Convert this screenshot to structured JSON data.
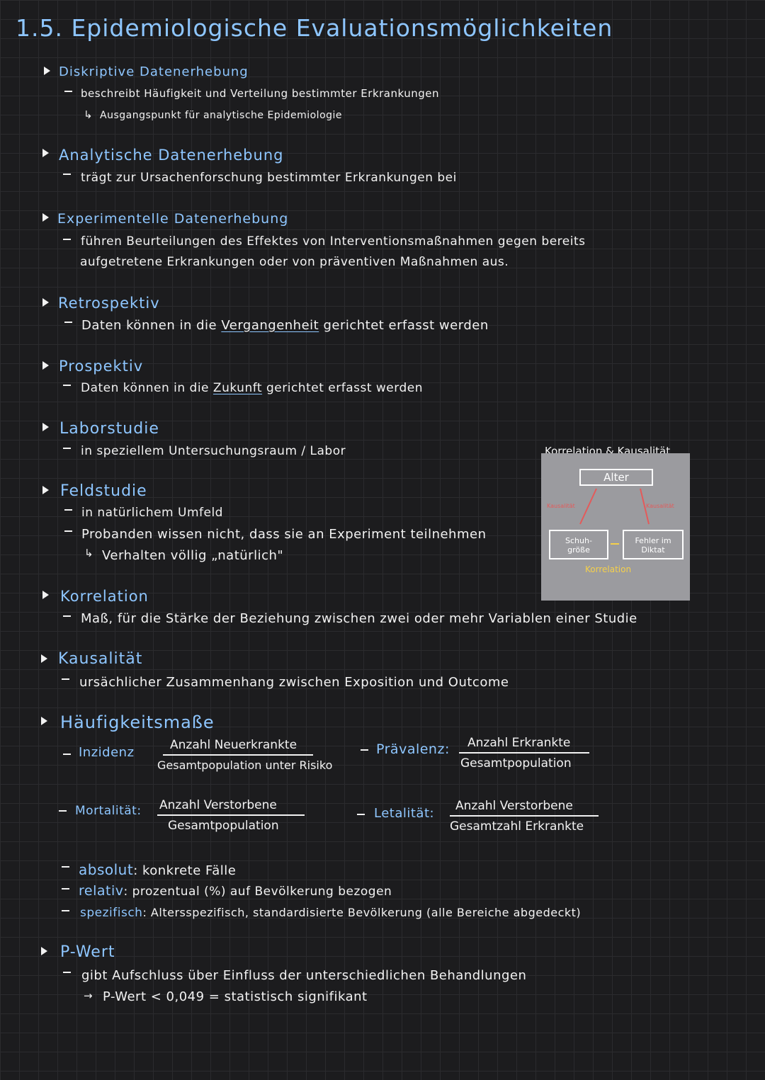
{
  "title": "1.5. Epidemiologische Evaluationsmöglichkeiten",
  "sections": [
    {
      "heading": "Diskriptive Datenerhebung",
      "lines": [
        "beschreibt Häufigkeit und Verteilung bestimmter Erkrankungen"
      ],
      "arrow": "Ausgangspunkt für analytische Epidemiologie"
    },
    {
      "heading": "Analytische Datenerhebung",
      "lines": [
        "trägt zur Ursachenforschung bestimmter Erkrankungen bei"
      ]
    },
    {
      "heading": "Experimentelle Datenerhebung",
      "lines": [
        "führen Beurteilungen des Effektes von Interventionsmaßnahmen gegen bereits",
        "aufgetretene Erkrankungen oder von präventiven Maßnahmen aus."
      ]
    },
    {
      "heading": "Retrospektiv",
      "line_pre": "Daten können in die ",
      "line_u": "Vergangenheit",
      "line_post": " gerichtet erfasst werden"
    },
    {
      "heading": "Prospektiv",
      "line_pre": "Daten können in die ",
      "line_u": "Zukunft",
      "line_post": " gerichtet erfasst werden"
    },
    {
      "heading": "Laborstudie",
      "lines": [
        "in speziellem Untersuchungsraum / Labor"
      ]
    },
    {
      "heading": "Feldstudie",
      "lines": [
        "in natürlichem Umfeld",
        "Probanden wissen nicht, dass sie an Experiment teilnehmen"
      ],
      "arrow": "Verhalten völlig „natürlich\""
    },
    {
      "heading": "Korrelation",
      "lines": [
        "Maß, für die Stärke der Beziehung zwischen zwei oder mehr Variablen einer Studie"
      ]
    },
    {
      "heading": "Kausalität",
      "lines": [
        "ursächlicher Zusammenhang zwischen Exposition und Outcome"
      ]
    },
    {
      "heading": "Häufigkeitsmaße"
    },
    {
      "heading": "P-Wert",
      "lines": [
        "gibt Aufschluss über Einfluss der unterschiedlichen Behandlungen"
      ],
      "arrow": "P-Wert < 0,049 = statistisch signifikant"
    }
  ],
  "measures": {
    "inzidenz": {
      "label": "Inzidenz",
      "num": "Anzahl Neuerkrankte",
      "den": "Gesamtpopulation unter Risiko"
    },
    "praevalenz": {
      "label": "Prävalenz:",
      "num": "Anzahl Erkrankte",
      "den": "Gesamtpopulation"
    },
    "mortalitaet": {
      "label": "Mortalität:",
      "num": "Anzahl Verstorbene",
      "den": "Gesamtpopulation"
    },
    "letalitaet": {
      "label": "Letalität:",
      "num": "Anzahl Verstorbene",
      "den": "Gesamtzahl Erkrankte"
    }
  },
  "types": [
    {
      "label": "absolut",
      "text": ": konkrete Fälle"
    },
    {
      "label": "relativ",
      "text": ": prozentual (%) auf Bevölkerung bezogen"
    },
    {
      "label": "spezifisch",
      "text": ": Altersspezifisch, standardisierte Bevölkerung (alle Bereiche abgedeckt)"
    }
  ],
  "diagram": {
    "title": "Korrelation & Kausalität",
    "top": "Alter",
    "left_link": "Kausalität",
    "right_link": "Kausalität",
    "left_box": [
      "Schuh-",
      "größe"
    ],
    "right_box": [
      "Fehler im",
      "Diktat"
    ],
    "bottom": "Korrelation"
  }
}
